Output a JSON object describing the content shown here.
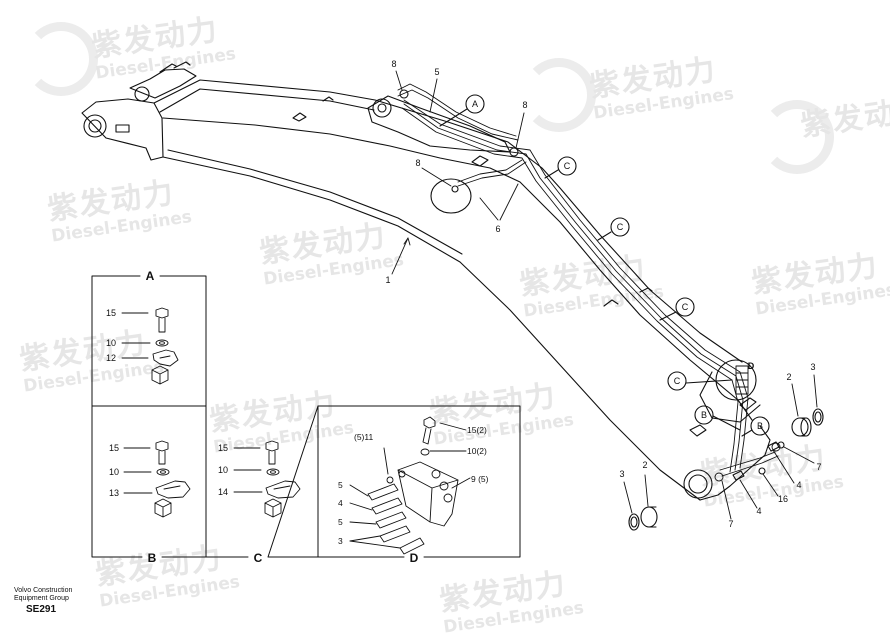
{
  "watermark": {
    "brand_cn": "紫发动力",
    "brand_en": "Diesel-Engines"
  },
  "footer": {
    "company_line1": "Volvo Construction",
    "company_line2": "Equipment Group",
    "drawing_code": "SE291"
  },
  "detail_labels": {
    "a": "A",
    "b": "B",
    "c": "C",
    "d": "D"
  },
  "callouts": {
    "c1": "1",
    "c2": "2",
    "c3": "3",
    "c4": "4",
    "c5": "5",
    "c6": "6",
    "c7": "7",
    "c8": "8",
    "c16": "16",
    "c10": "10",
    "c12": "12",
    "c13": "13",
    "c14": "14",
    "c15": "15",
    "c5_11": "(5)11",
    "c15_2": "15(2)",
    "c10_2": "10(2)",
    "c9_5": "9 (5)"
  },
  "colors": {
    "line": "#111111",
    "watermark": "#e6e6e6"
  }
}
